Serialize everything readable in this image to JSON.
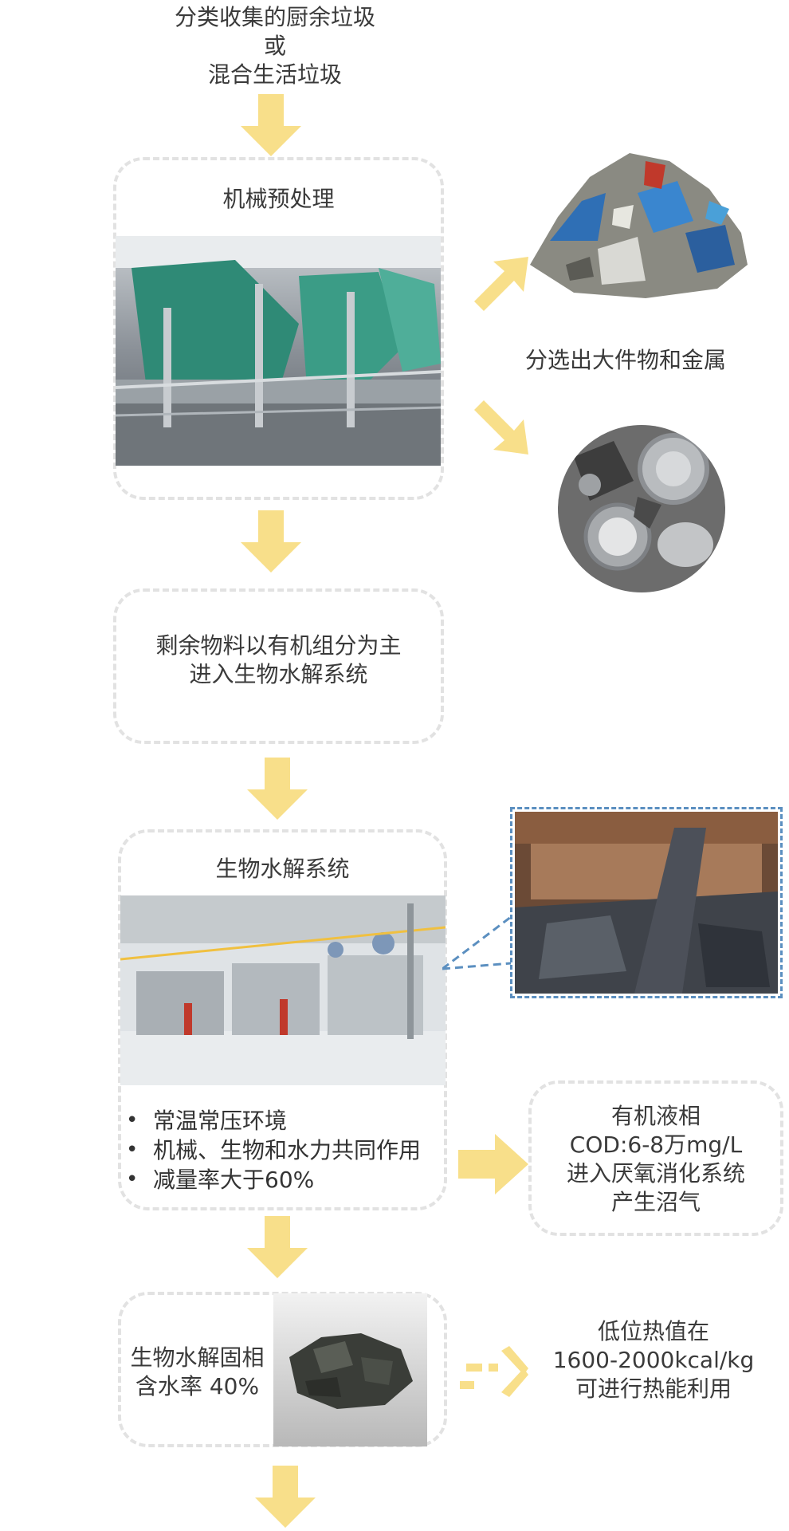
{
  "top_label": {
    "line1": "分类收集的厨余垃圾",
    "line2": "或",
    "line3": "混合生活垃圾"
  },
  "pretreatment": {
    "title": "机械预处理"
  },
  "sorted_label": "分选出大件物和金属",
  "remaining": {
    "line1": "剩余物料以有机组分为主",
    "line2": "进入生物水解系统"
  },
  "hydrolysis": {
    "title": "生物水解系统",
    "bullets": [
      "常温常压环境",
      "机械、生物和水力共同作用",
      "减量率大于60%"
    ]
  },
  "liquid": {
    "line1": "有机液相",
    "line2": "COD:6-8万mg/L",
    "line3": "进入厌氧消化系统",
    "line4": "产生沼气"
  },
  "solid": {
    "line1": "生物水解固相",
    "line2": "含水率 40%"
  },
  "heat": {
    "line1": "低位热值在",
    "line2": "1600-2000kcal/kg",
    "line3": "可进行热能利用"
  },
  "colors": {
    "arrow": "#f8df8a",
    "box_border": "#e2e2e2",
    "callout": "#5b8fc0"
  }
}
